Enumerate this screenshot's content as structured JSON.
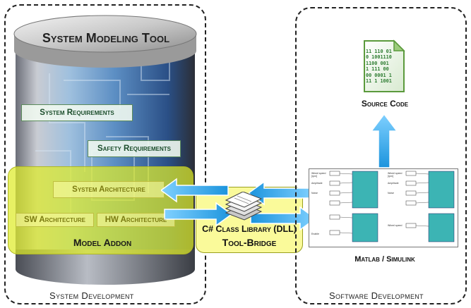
{
  "left_region": {
    "label": "System Development",
    "tool_title": "System Modeling Tool",
    "boxes": {
      "system_requirements": "System Requirements",
      "safety_requirements": "Safety Requirements",
      "system_architecture": "System Architecture",
      "sw_architecture": "SW Architecture",
      "hw_architecture": "HW Architecture"
    },
    "addon_label": "Model Addon"
  },
  "bridge": {
    "line1": "C# Class Library (DLL)",
    "line2": "Tool-Bridge"
  },
  "right_region": {
    "label": "Software Development",
    "source_code_label": "Source Code",
    "source_code_lines": [
      "11 110 01",
      "0 1001110",
      "1100 001",
      "1 111 00",
      "00 0001 1",
      "11 1 1001"
    ],
    "simulink_label": "Matlab / Simulink"
  },
  "colors": {
    "addon_yellow": "#e8f03a",
    "arrow_blue": "#2aa9ee",
    "cylinder_blue": "#5a8ec0",
    "teal_block": "#3cb4b4",
    "doc_green": "#6ab04c"
  }
}
